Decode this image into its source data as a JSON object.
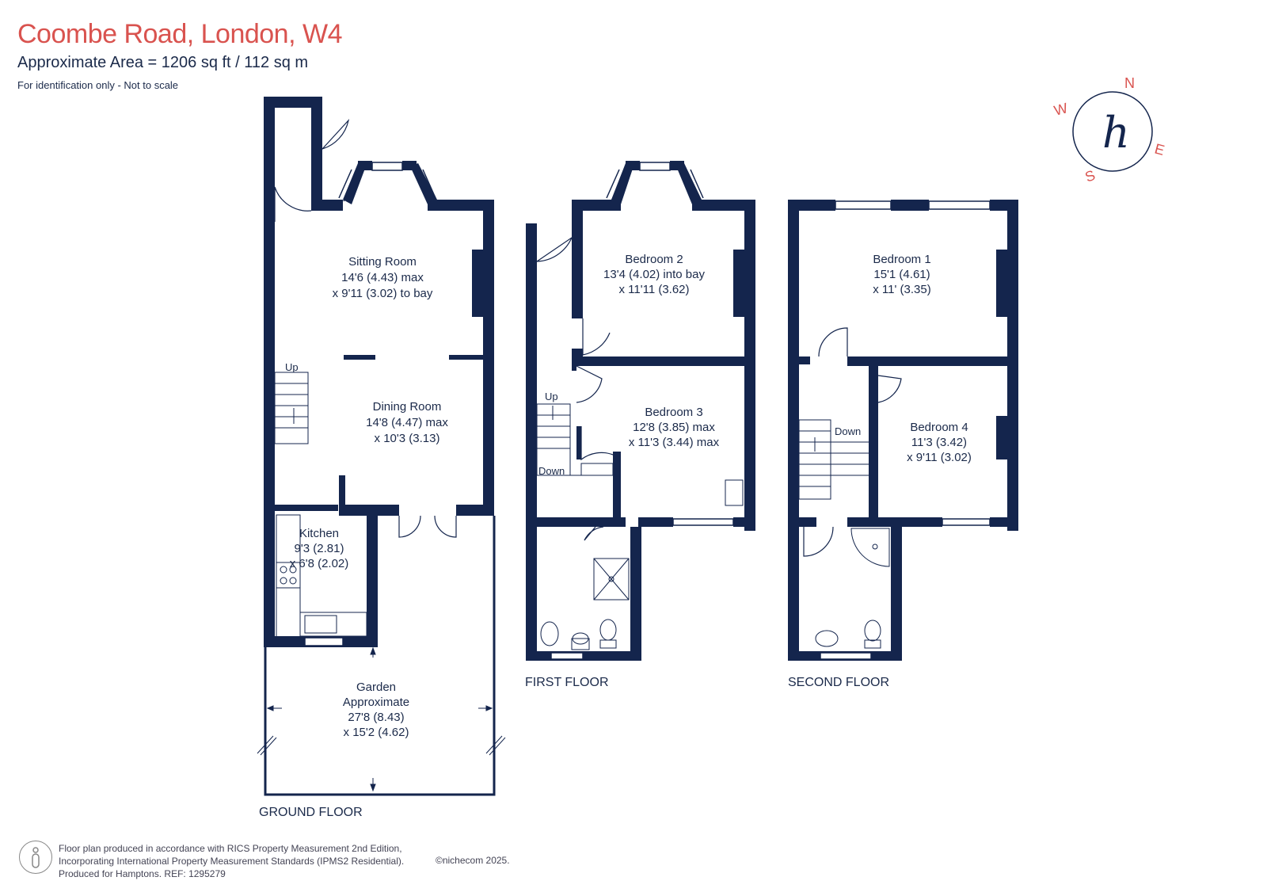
{
  "header": {
    "title": "Coombe Road, London, W4",
    "subtitle": "Approximate Area = 1206 sq ft / 112 sq m",
    "note": "For identification only - Not to scale"
  },
  "compass": {
    "icon": "compass-logo-icon",
    "n": "N",
    "e": "E",
    "s": "S",
    "w": "W",
    "logo_letter": "h",
    "accent": "#d9534f"
  },
  "ground_floor": {
    "label": "GROUND FLOOR",
    "stairs_label": "Up",
    "sitting_room": {
      "name": "Sitting Room",
      "line1": "14'6 (4.43) max",
      "line2": "x 9'11 (3.02) to bay"
    },
    "dining_room": {
      "name": "Dining Room",
      "line1": "14'8 (4.47) max",
      "line2": "x 10'3 (3.13)"
    },
    "kitchen": {
      "name": "Kitchen",
      "line1": "9'3 (2.81)",
      "line2": "x 6'8 (2.02)"
    },
    "garden": {
      "name": "Garden",
      "line1": "Approximate",
      "line2": "27'8 (8.43)",
      "line3": "x 15'2 (4.62)"
    }
  },
  "first_floor": {
    "label": "FIRST FLOOR",
    "up_label": "Up",
    "down_label": "Down",
    "bedroom2": {
      "name": "Bedroom 2",
      "line1": "13'4 (4.02) into bay",
      "line2": "x 11'11 (3.62)"
    },
    "bedroom3": {
      "name": "Bedroom 3",
      "line1": "12'8 (3.85) max",
      "line2": "x 11'3 (3.44) max"
    }
  },
  "second_floor": {
    "label": "SECOND FLOOR",
    "down_label": "Down",
    "bedroom1": {
      "name": "Bedroom 1",
      "line1": "15'1 (4.61)",
      "line2": "x 11' (3.35)"
    },
    "bedroom4": {
      "name": "Bedroom 4",
      "line1": "11'3 (3.42)",
      "line2": "x 9'11 (3.02)"
    }
  },
  "footer": {
    "line1": "Floor plan produced in accordance with RICS Property Measurement 2nd Edition,",
    "line2": "Incorporating International Property Measurement Standards (IPMS2 Residential).",
    "line3": "Produced for Hamptons.  REF: 1295279",
    "copyright": "©nichecom 2025."
  },
  "colors": {
    "wall": "#14254d",
    "text": "#1b2a4a",
    "title": "#d9534f"
  }
}
